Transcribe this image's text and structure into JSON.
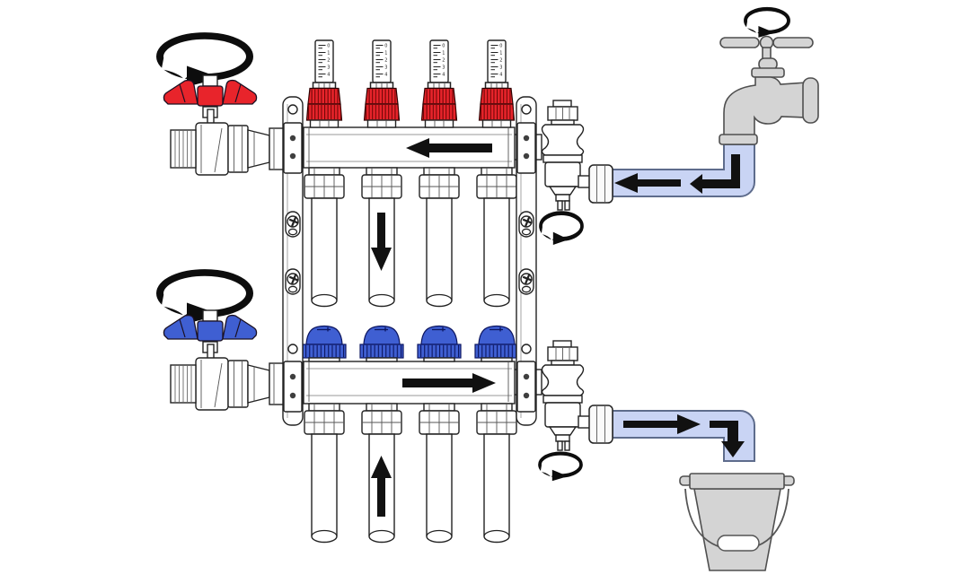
{
  "diagram": {
    "title": "manifold-flush-fill-diagram",
    "background": "#ffffff",
    "colors": {
      "red": "#e8242b",
      "red_rib": "#6b0505",
      "blue": "#3f5fd2",
      "blue_rib": "#0b1560",
      "pipe_fill": "#c9d4f4",
      "pipe_stroke": "#5e6c8c",
      "metal": "#d4d4d4",
      "metal_stroke": "#4f4f4f",
      "line": "#222222",
      "arrow": "#111111"
    },
    "flow_meter": {
      "count": 4,
      "cap_color_name": "red",
      "scale": [
        "0",
        "1",
        "2",
        "3",
        "4"
      ]
    },
    "return_caps": {
      "count": 4,
      "cap_color_name": "blue"
    },
    "loop_pipes_per_manifold": 4,
    "valves": {
      "supply_isolation": {
        "handle_color": "red",
        "rotation_arrow": true
      },
      "return_isolation": {
        "handle_color": "blue",
        "rotation_arrow": true
      }
    },
    "supply_manifold_flow": "left",
    "return_manifold_flow": "right",
    "tap": {
      "name": "water-supply-tap",
      "rotation_arrow": true
    },
    "bucket": {
      "name": "drain-bucket"
    },
    "rotation_arrows_count": 5
  }
}
